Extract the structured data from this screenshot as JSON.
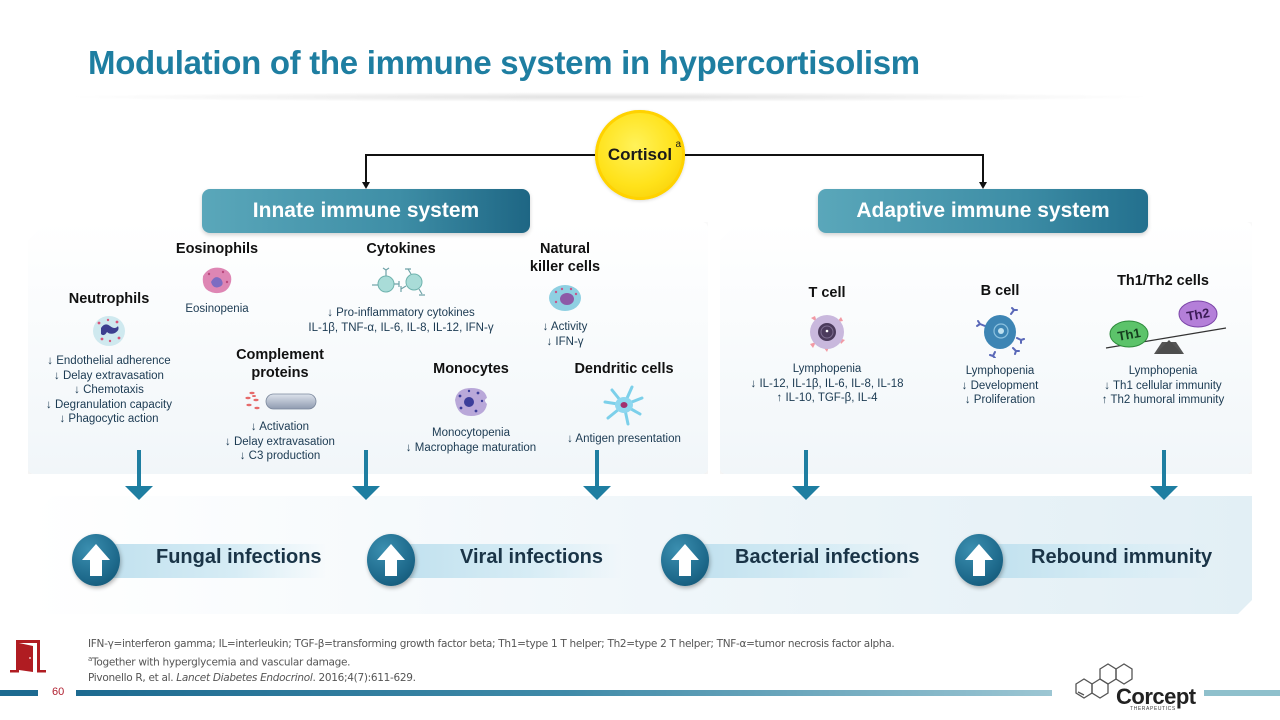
{
  "title": "Modulation of the immune system in hypercortisolism",
  "cortisol": {
    "label": "Cortisol",
    "superscript": "a"
  },
  "innate": {
    "header": "Innate immune system",
    "cells": [
      {
        "id": "neutrophils",
        "title": "Neutrophils",
        "lines": [
          "↓ Endothelial adherence",
          "↓ Delay extravasation",
          "↓ Chemotaxis",
          "↓ Degranulation capacity",
          "↓ Phagocytic action"
        ]
      },
      {
        "id": "eosinophils",
        "title": "Eosinophils",
        "lines": [
          "Eosinopenia"
        ]
      },
      {
        "id": "complement",
        "title": "Complement proteins",
        "title_lines": [
          "Complement",
          "proteins"
        ],
        "lines": [
          "↓ Activation",
          "↓ Delay extravasation",
          "↓ C3 production"
        ]
      },
      {
        "id": "cytokines",
        "title": "Cytokines",
        "lines": [
          "↓ Pro-inflammatory cytokines",
          "IL-1β, TNF-α, IL-6, IL-8, IL-12, IFN-γ"
        ]
      },
      {
        "id": "monocytes",
        "title": "Monocytes",
        "lines": [
          "Monocytopenia",
          "↓ Macrophage maturation"
        ]
      },
      {
        "id": "nk",
        "title": "Natural killer cells",
        "title_lines": [
          "Natural",
          "killer cells"
        ],
        "lines": [
          "↓ Activity",
          "↓ IFN-γ"
        ]
      },
      {
        "id": "dendritic",
        "title": "Dendritic cells",
        "lines": [
          "↓ Antigen presentation"
        ]
      }
    ]
  },
  "adaptive": {
    "header": "Adaptive immune system",
    "cells": [
      {
        "id": "tcell",
        "title": "T cell",
        "lines": [
          "Lymphopenia",
          "↓ IL-12, IL-1β, IL-6, IL-8, IL-18",
          "↑ IL-10, TGF-β, IL-4"
        ]
      },
      {
        "id": "bcell",
        "title": "B cell",
        "lines": [
          "Lymphopenia",
          "↓ Development",
          "↓ Proliferation"
        ]
      },
      {
        "id": "th",
        "title": "Th1/Th2 cells",
        "th1": "Th1",
        "th2": "Th2",
        "lines": [
          "Lymphopenia",
          "↓ Th1 cellular immunity",
          "↑ Th2 humoral immunity"
        ]
      }
    ]
  },
  "outcomes": [
    {
      "label": "Fungal infections",
      "direction": "up"
    },
    {
      "label": "Viral infections",
      "direction": "up"
    },
    {
      "label": "Bacterial infections",
      "direction": "up"
    },
    {
      "label": "Rebound immunity",
      "direction": "up"
    }
  ],
  "footnotes": {
    "abbreviations": "IFN-γ=interferon gamma; IL=interleukin; TGF-β=transforming growth factor beta; Th1=type 1 T helper; Th2=type 2 T helper; TNF-α=tumor necrosis factor alpha.",
    "note_marker": "a",
    "note": "Together with hyperglycemia and vascular damage.",
    "reference_authors": "Pivonello R, et al.",
    "reference_journal": "Lancet Diabetes Endocrinol",
    "reference_details": ". 2016;4(7):611-629."
  },
  "page_number": "60",
  "logo": {
    "name": "Corcept",
    "tagline": "THERAPEUTICS"
  },
  "colors": {
    "title": "#1e7ea1",
    "arrow": "#1e7ea1",
    "cortisol": "#ffe21a",
    "exit_icon": "#b01c22"
  }
}
